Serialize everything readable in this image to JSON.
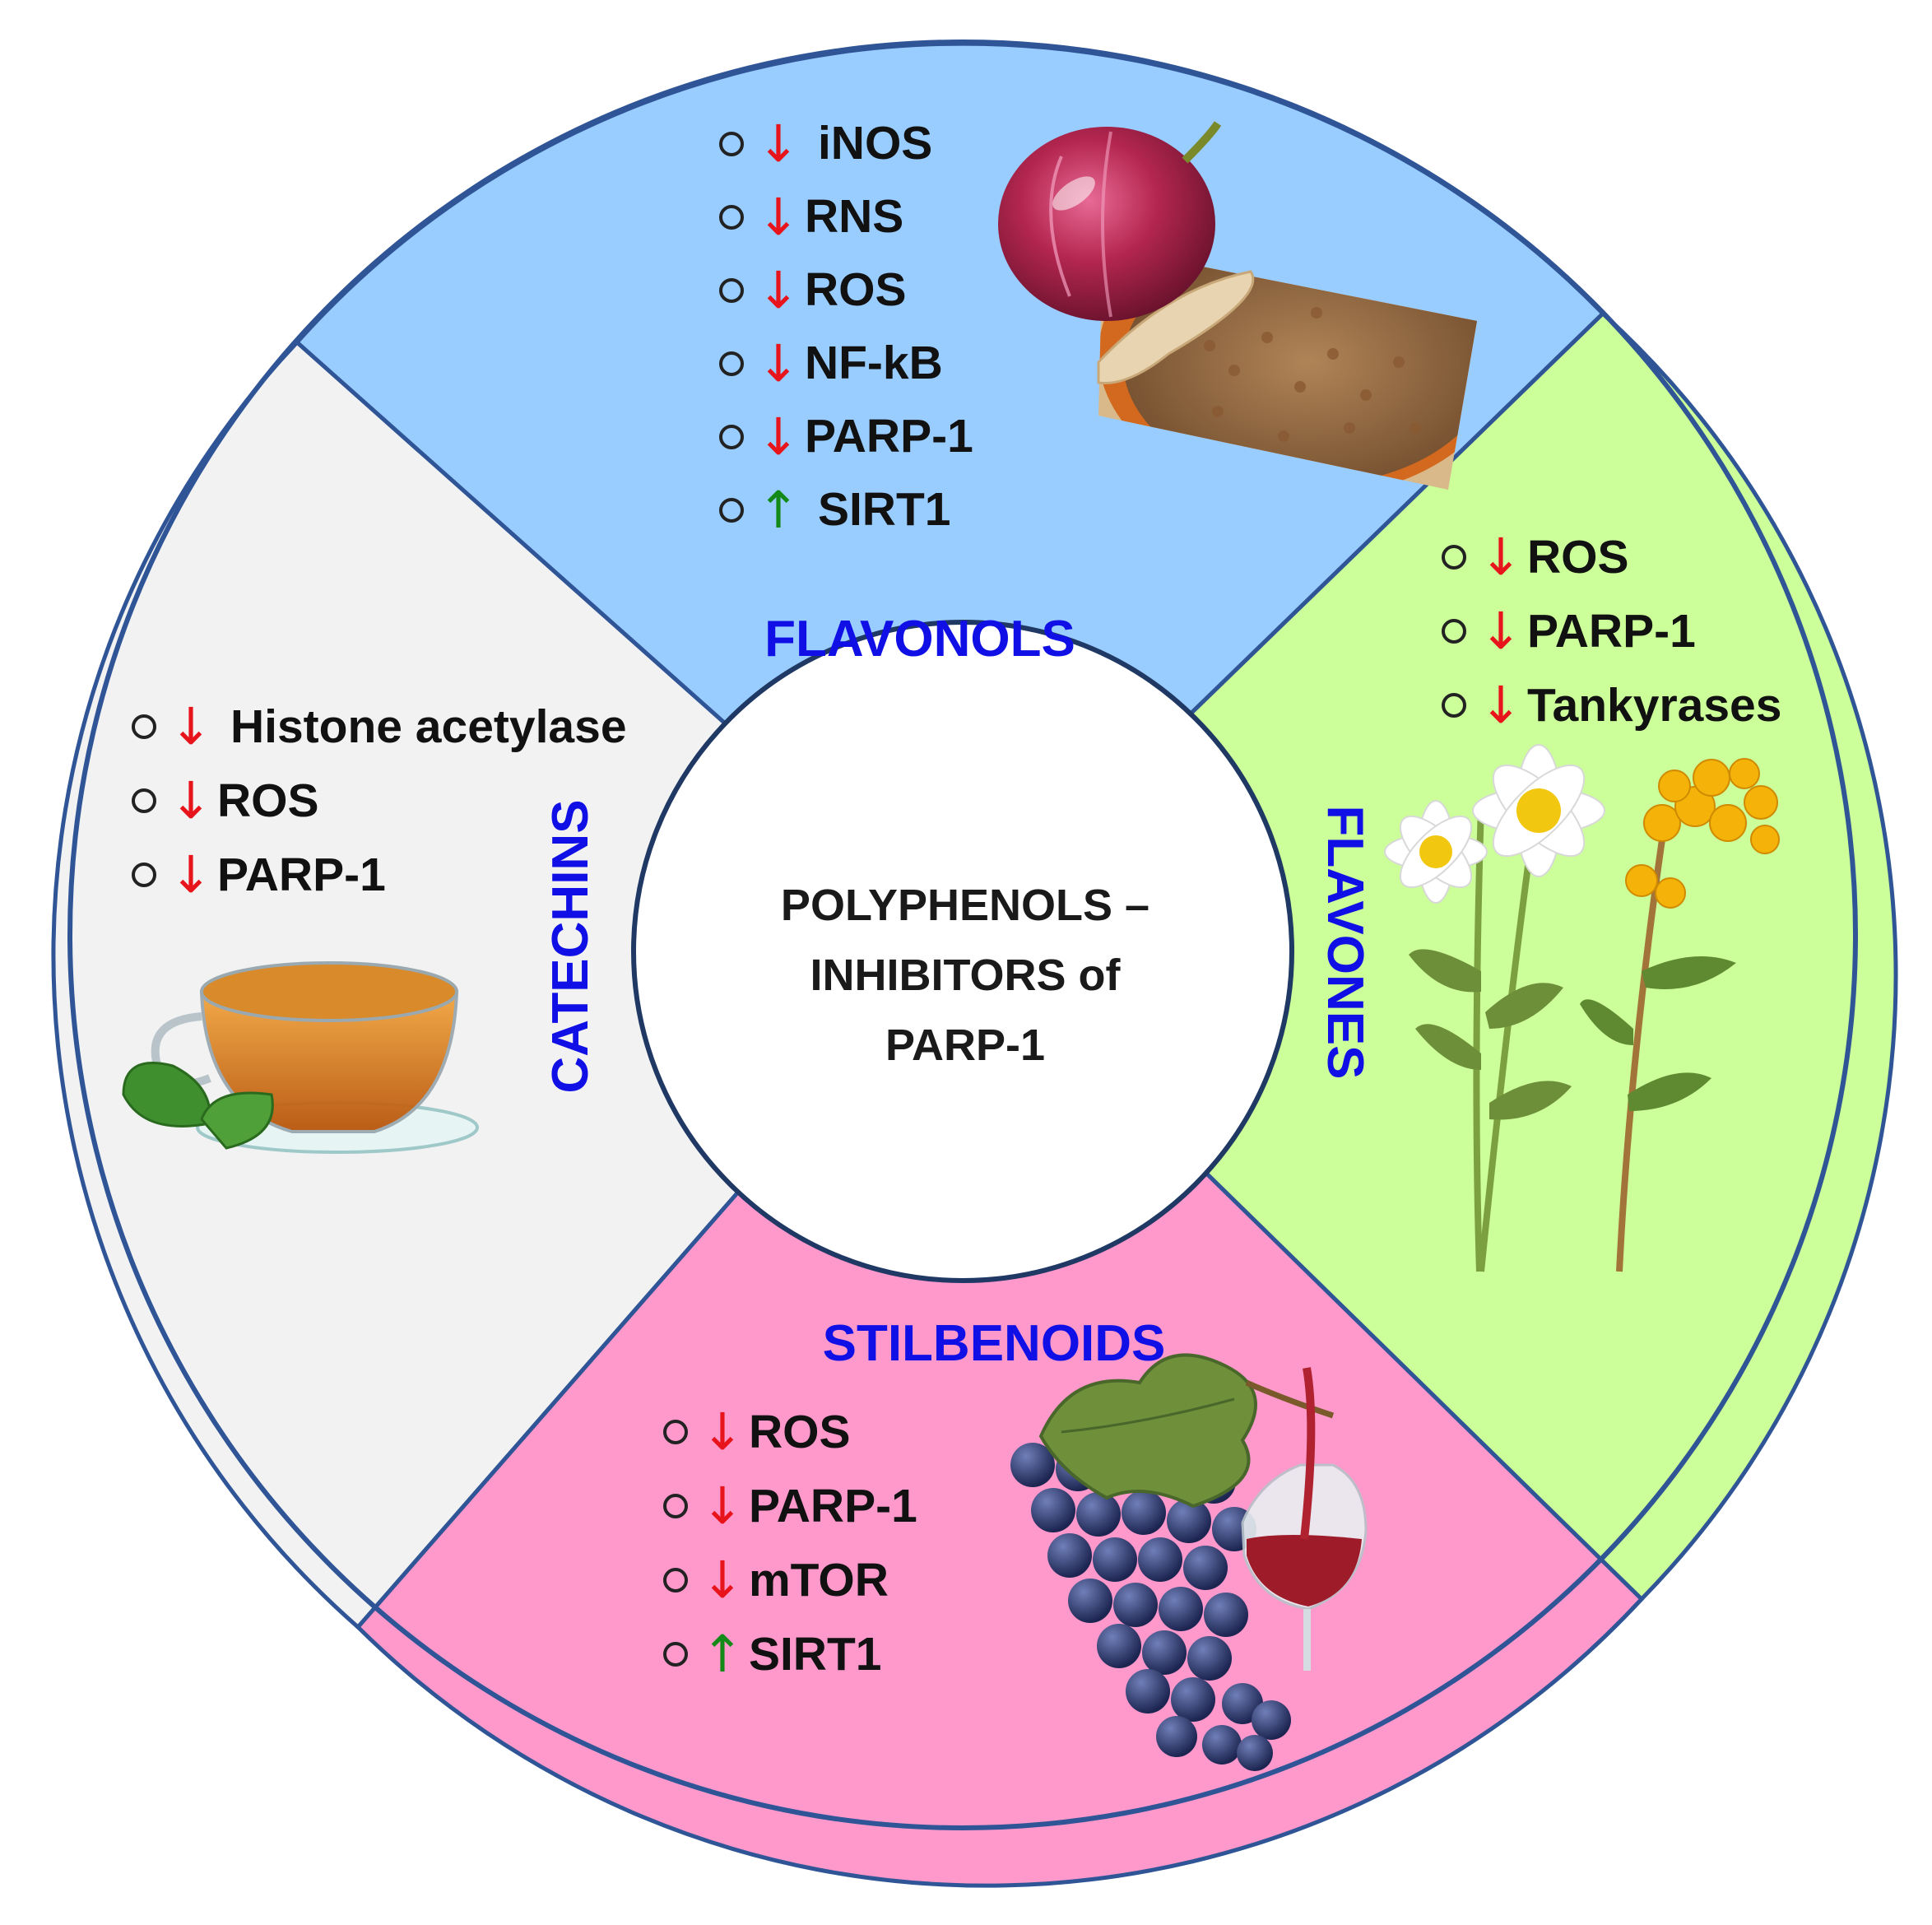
{
  "center": {
    "line1": "POLYPHENOLS –",
    "line2": "INHIBITORS of",
    "line3": "PARP-1"
  },
  "colors": {
    "flavonols_bg": "#99ccff",
    "flavones_bg": "#ccff99",
    "stilbenoids_bg": "#ff99cc",
    "catechins_bg": "#f2f2f2",
    "outline": "#2f5597",
    "category_label": "#1010e6",
    "down_arrow": "#e8141c",
    "up_arrow": "#138a18"
  },
  "flavonols": {
    "label": "FLAVONOLS",
    "image": "red-onion-and-buckwheat",
    "items": [
      {
        "dir": "down",
        "text": "iNOS"
      },
      {
        "dir": "down",
        "text": "RNS"
      },
      {
        "dir": "down",
        "text": "ROS"
      },
      {
        "dir": "down",
        "text": "NF-kB"
      },
      {
        "dir": "down",
        "text": "PARP-1"
      },
      {
        "dir": "up",
        "text": "SIRT1"
      }
    ]
  },
  "flavones": {
    "label": "FLAVONES",
    "image": "chamomile-and-tansy-flowers",
    "items": [
      {
        "dir": "down",
        "text": "ROS"
      },
      {
        "dir": "down",
        "text": "PARP-1"
      },
      {
        "dir": "down",
        "text": "Tankyrases"
      }
    ]
  },
  "stilbenoids": {
    "label": "STILBENOIDS",
    "image": "grapes-and-red-wine",
    "items": [
      {
        "dir": "down",
        "text": "ROS"
      },
      {
        "dir": "down",
        "text": "PARP-1"
      },
      {
        "dir": "down",
        "text": "mTOR"
      },
      {
        "dir": "up",
        "text": "SIRT1"
      }
    ]
  },
  "catechins": {
    "label": "CATECHINS",
    "image": "cup-of-tea",
    "items": [
      {
        "dir": "down",
        "text": "Histone acetylase"
      },
      {
        "dir": "down",
        "text": "ROS"
      },
      {
        "dir": "down",
        "text": "PARP-1"
      }
    ]
  }
}
